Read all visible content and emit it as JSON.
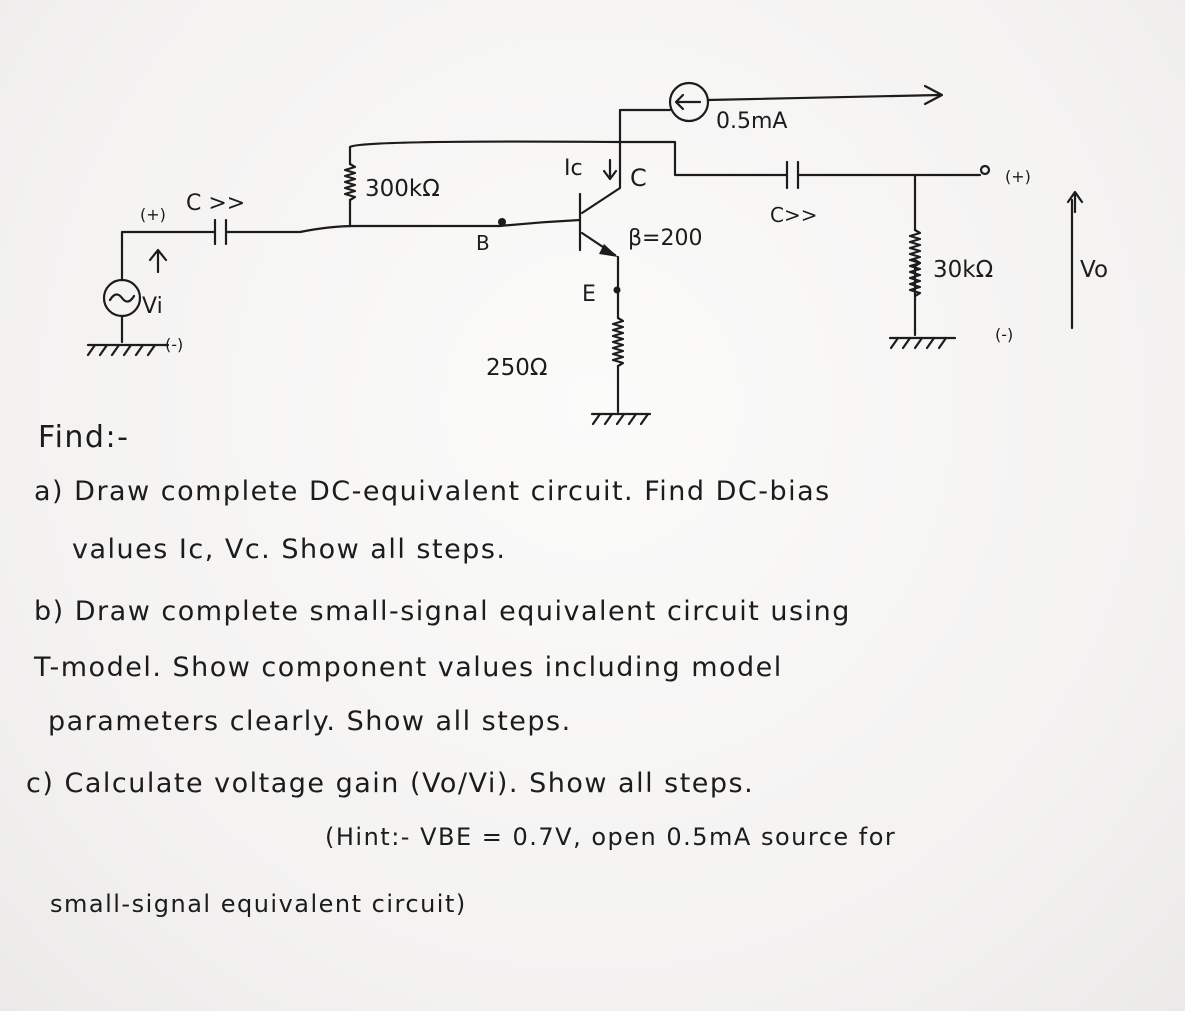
{
  "circuit": {
    "current_source": "0.5mA",
    "r_bias": "300kΩ",
    "r_emitter": "250Ω",
    "r_load": "30kΩ",
    "beta": "β=200",
    "cap_in": "C >>",
    "cap_out": "C>>",
    "node_b": "B",
    "node_c": "C",
    "node_e": "E",
    "ic": "Ic",
    "vi": "Vi",
    "vo": "Vo",
    "plus": "(+)",
    "minus": "(-)"
  },
  "problem": {
    "find": "Find:-",
    "a_line1": "a) Draw  complete  DC-equivalent  circuit.  Find  DC-bias",
    "a_line2": "values  Ic, Vc.  Show  all  steps.",
    "b_line1": "b) Draw  complete  small-signal  equivalent  circuit  using",
    "b_line2": "T-model.  Show  component  values  including  model",
    "b_line3": "parameters  clearly.  Show  all  steps.",
    "c_line1": "c)  Calculate   voltage  gain  (Vo/Vi).  Show  all  steps.",
    "hint_line1": "(Hint:-  VBE = 0.7V,  open   0.5mA  source  for",
    "hint_line2": "small-signal  equivalent  circuit)"
  }
}
